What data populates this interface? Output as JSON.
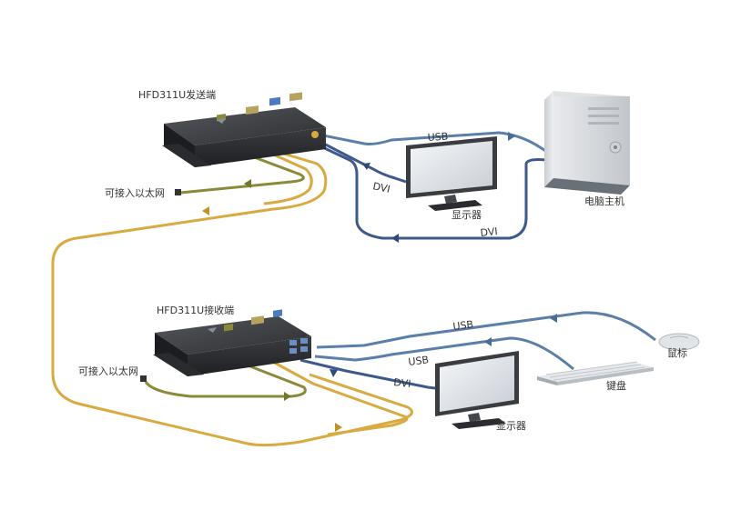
{
  "title": "",
  "devices": {
    "transmitter": "HFD311U发送端",
    "receiver": "HFD311U接收端",
    "pc": "电脑主机",
    "monitor_top": "显示器",
    "monitor_bottom": "显示器",
    "mouse": "鼠标",
    "keyboard": "键盘"
  },
  "network": {
    "top": "可接入以太网",
    "bottom": "可接入以太网"
  },
  "cables": {
    "usb_top": "USB",
    "dvi_top_monitor": "DVI",
    "dvi_top_pc": "DVI",
    "usb_bottom_mouse": "USB",
    "usb_bottom_keyboard": "USB",
    "dvi_bottom_monitor": "DVI"
  },
  "colors": {
    "usb_cable": "#5a7fa8",
    "dvi_cable": "#3d5a8a",
    "network_cable": "#8a8a3a",
    "fiber_cable": "#d8aa40"
  }
}
